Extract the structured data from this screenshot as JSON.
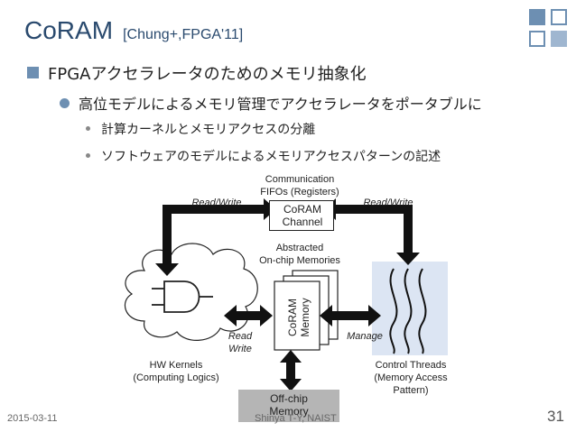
{
  "slide": {
    "title": "CoRAM",
    "citation": "[Chung+,FPGA'11]",
    "bullet1": "FPGAアクセラレータのためのメモリ抽象化",
    "bullet2": "高位モデルによるメモリ管理でアクセラレータをポータブルに",
    "sub_bullets": [
      "計算カーネルとメモリアクセスの分離",
      "ソフトウェアのモデルによるメモリアクセスパターンの記述"
    ]
  },
  "diagram": {
    "comm_fifo_label": [
      "Communication",
      "FIFOs (Registers)"
    ],
    "coram_channel": [
      "CoRAM",
      "Channel"
    ],
    "read_write_left": "Read/Write",
    "read_write_right": "Read/Write",
    "abstracted_label": [
      "Abstracted",
      "On-chip Memories"
    ],
    "coram_memory": [
      "CoRAM",
      "Memory"
    ],
    "read_write_center": [
      "Read",
      "Write"
    ],
    "manage": "Manage",
    "hw_kernels": [
      "HW Kernels",
      "(Computing Logics)"
    ],
    "control_threads": [
      "Control Threads",
      "(Memory Access",
      "Pattern)"
    ],
    "offchip_memory": [
      "Off-chip",
      "Memory"
    ]
  },
  "footer": {
    "date": "2015-03-11",
    "author": "Shinya T-Y, NAIST",
    "page": "31"
  },
  "colors": {
    "title": "#2a4a6e",
    "bullet_marker": "#6d8fb2",
    "logo": "#6d8fb2",
    "control_threads_bg": "#dce5f3",
    "offchip_bg": "#b5b5b5"
  }
}
